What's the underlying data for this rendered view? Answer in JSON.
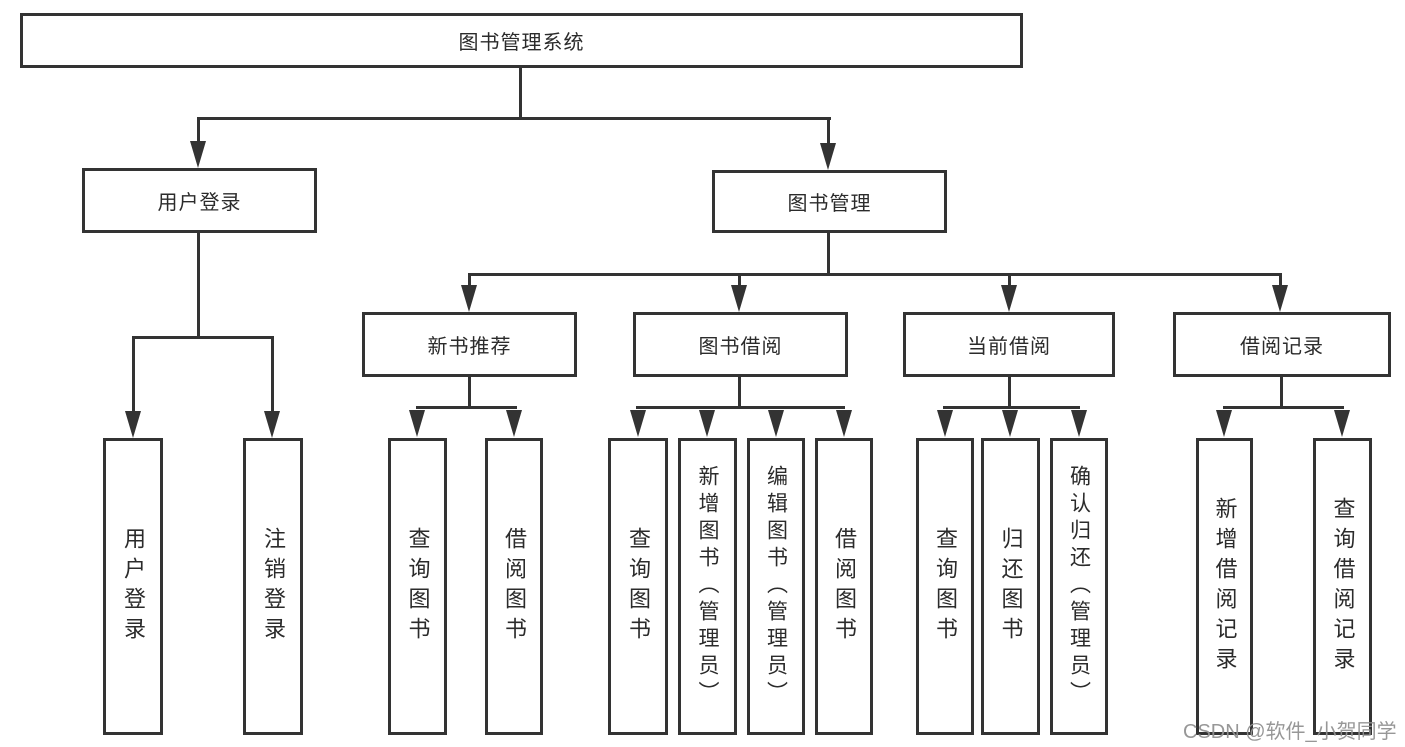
{
  "root": {
    "label": "图书管理系统"
  },
  "level2": {
    "user_login": {
      "label": "用户登录"
    },
    "book_management": {
      "label": "图书管理"
    }
  },
  "level3": {
    "new_book_recommend": {
      "label": "新书推荐"
    },
    "book_borrowing": {
      "label": "图书借阅"
    },
    "current_borrowing": {
      "label": "当前借阅"
    },
    "borrowing_records": {
      "label": "借阅记录"
    }
  },
  "leaves": {
    "user_login": {
      "label": "用户登录"
    },
    "logout": {
      "label": "注销登录"
    },
    "nbr_query_book": {
      "label": "查询图书"
    },
    "nbr_borrow_book": {
      "label": "借阅图书"
    },
    "bb_query_book": {
      "label": "查询图书"
    },
    "bb_add_book_admin": {
      "label": "新增图书（管理员）"
    },
    "bb_edit_book_admin": {
      "label": "编辑图书（管理员）"
    },
    "bb_borrow_book": {
      "label": "借阅图书"
    },
    "cb_query_book": {
      "label": "查询图书"
    },
    "cb_return_book": {
      "label": "归还图书"
    },
    "cb_confirm_return_admin": {
      "label": "确认归还（管理员）"
    },
    "br_add_record": {
      "label": "新增借阅记录"
    },
    "br_query_record": {
      "label": "查询借阅记录"
    }
  },
  "watermark": {
    "text": "CSDN @软件_小贺同学"
  },
  "colors": {
    "line": "#333333",
    "box_border": "#333333",
    "text": "#2b2b2b",
    "background": "#ffffff",
    "watermark": "#919191"
  }
}
